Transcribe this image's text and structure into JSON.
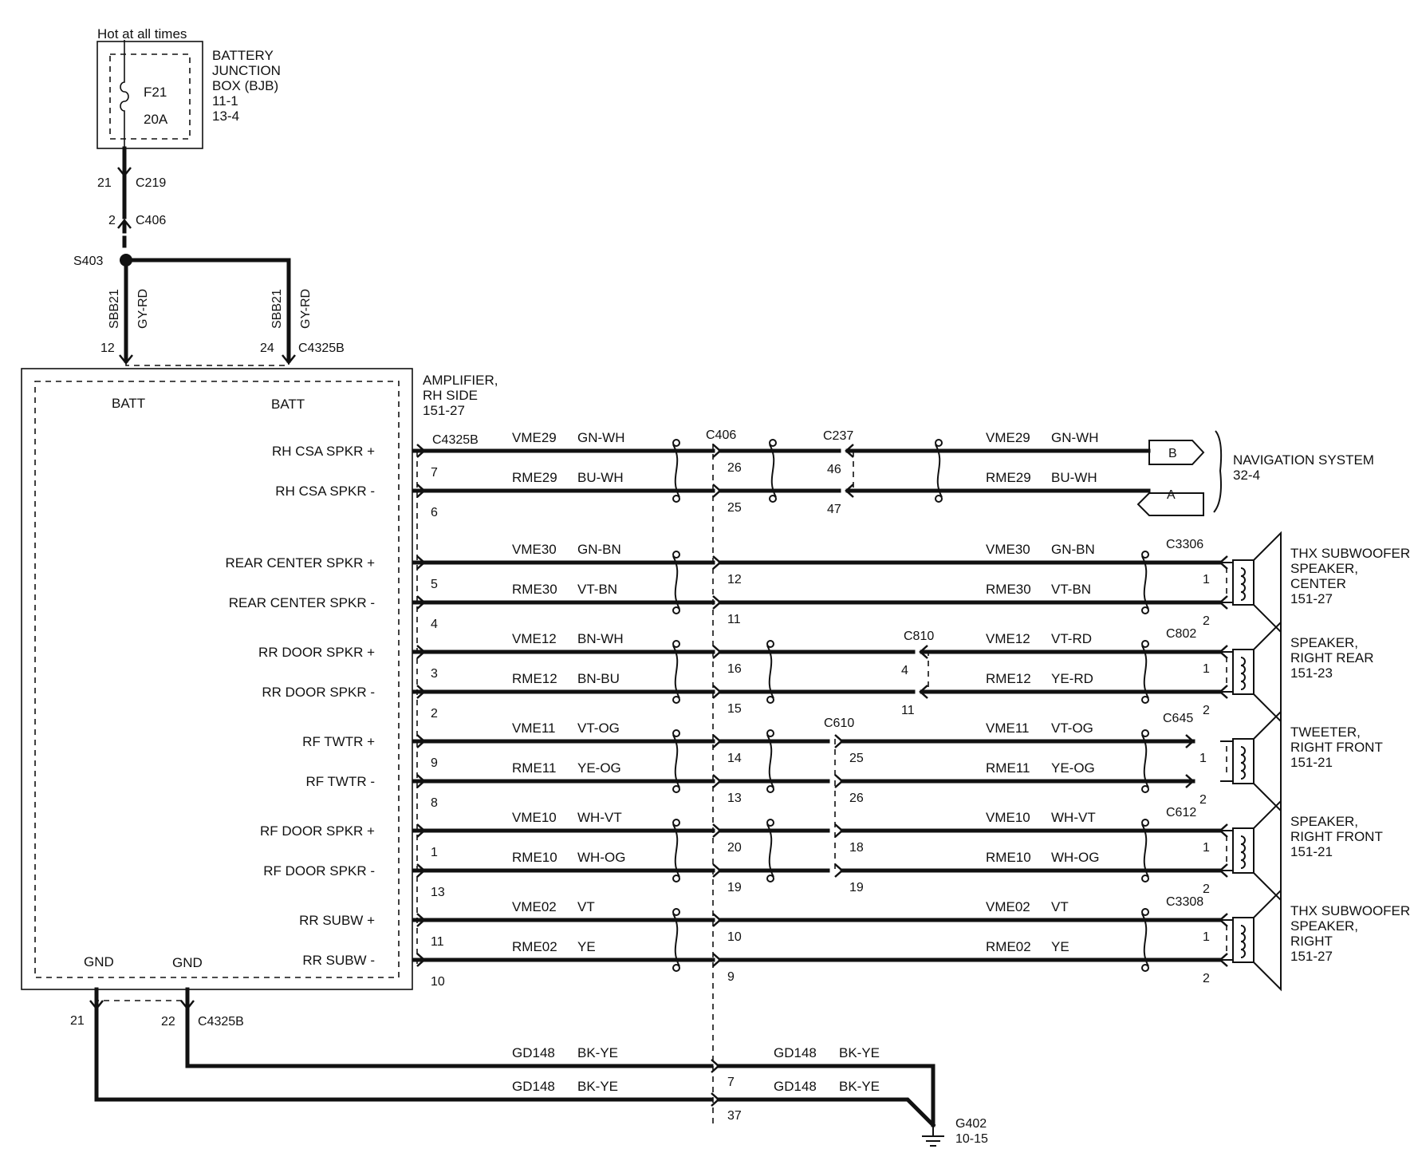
{
  "supply": {
    "hot_label": "Hot at all times",
    "fuse_name": "F21",
    "fuse_rating": "20A",
    "bjb_lines": [
      "BATTERY",
      "JUNCTION",
      "BOX (BJB)",
      "11-1",
      "13-4"
    ]
  },
  "supply_connectors": [
    {
      "pin": "21",
      "name": "C219"
    },
    {
      "pin": "2",
      "name": "C406"
    }
  ],
  "splice": "S403",
  "batt_feeds": [
    {
      "circuit": "SBB21",
      "color": "GY-RD",
      "pin": "12",
      "connector": "",
      "label": "BATT"
    },
    {
      "circuit": "SBB21",
      "color": "GY-RD",
      "pin": "24",
      "connector": "C4325B",
      "label": "BATT"
    }
  ],
  "amplifier": {
    "name_lines": [
      "AMPLIFIER,",
      "RH SIDE",
      "151-27"
    ],
    "connector": "C4325B",
    "gnd_labels": [
      "GND",
      "GND"
    ]
  },
  "inline_connectors": {
    "c406": "C406",
    "c237": "C237",
    "c810": "C810",
    "c610": "C610"
  },
  "channels": [
    {
      "label": "RH CSA SPKR +",
      "amp_pin": "7",
      "circuit": "VME29",
      "color": "GN-WH",
      "c406_pin": "26",
      "mid_pin": "46",
      "far_circuit": "VME29",
      "far_color": "GN-WH",
      "end_pin": "",
      "end": "B"
    },
    {
      "label": "RH CSA SPKR -",
      "amp_pin": "6",
      "circuit": "RME29",
      "color": "BU-WH",
      "c406_pin": "25",
      "mid_pin": "47",
      "far_circuit": "RME29",
      "far_color": "BU-WH",
      "end_pin": "",
      "end": "A"
    },
    {
      "label": "REAR CENTER SPKR +",
      "amp_pin": "5",
      "circuit": "VME30",
      "color": "GN-BN",
      "c406_pin": "12",
      "mid_pin": "",
      "far_circuit": "VME30",
      "far_color": "GN-BN",
      "end_pin": "1"
    },
    {
      "label": "REAR CENTER SPKR -",
      "amp_pin": "4",
      "circuit": "RME30",
      "color": "VT-BN",
      "c406_pin": "11",
      "mid_pin": "",
      "far_circuit": "RME30",
      "far_color": "VT-BN",
      "end_pin": "2"
    },
    {
      "label": "RR DOOR SPKR +",
      "amp_pin": "3",
      "circuit": "VME12",
      "color": "BN-WH",
      "c406_pin": "16",
      "mid_pin": "4",
      "far_circuit": "VME12",
      "far_color": "VT-RD",
      "end_pin": "1"
    },
    {
      "label": "RR DOOR SPKR -",
      "amp_pin": "2",
      "circuit": "RME12",
      "color": "BN-BU",
      "c406_pin": "15",
      "mid_pin": "11",
      "far_circuit": "RME12",
      "far_color": "YE-RD",
      "end_pin": "2"
    },
    {
      "label": "RF TWTR +",
      "amp_pin": "9",
      "circuit": "VME11",
      "color": "VT-OG",
      "c406_pin": "14",
      "mid_pin": "25",
      "far_circuit": "VME11",
      "far_color": "VT-OG",
      "end_pin": "1"
    },
    {
      "label": "RF TWTR -",
      "amp_pin": "8",
      "circuit": "RME11",
      "color": "YE-OG",
      "c406_pin": "13",
      "mid_pin": "26",
      "far_circuit": "RME11",
      "far_color": "YE-OG",
      "end_pin": "2"
    },
    {
      "label": "RF DOOR SPKR +",
      "amp_pin": "1",
      "circuit": "VME10",
      "color": "WH-VT",
      "c406_pin": "20",
      "mid_pin": "18",
      "far_circuit": "VME10",
      "far_color": "WH-VT",
      "end_pin": "1"
    },
    {
      "label": "RF DOOR SPKR -",
      "amp_pin": "13",
      "circuit": "RME10",
      "color": "WH-OG",
      "c406_pin": "19",
      "mid_pin": "19",
      "far_circuit": "RME10",
      "far_color": "WH-OG",
      "end_pin": "2"
    },
    {
      "label": "RR SUBW +",
      "amp_pin": "11",
      "circuit": "VME02",
      "color": "VT",
      "c406_pin": "10",
      "mid_pin": "",
      "far_circuit": "VME02",
      "far_color": "VT",
      "end_pin": "1"
    },
    {
      "label": "RR SUBW -",
      "amp_pin": "10",
      "circuit": "RME02",
      "color": "YE",
      "c406_pin": "9",
      "mid_pin": "",
      "far_circuit": "RME02",
      "far_color": "YE",
      "end_pin": "2"
    }
  ],
  "navigation": {
    "lines": [
      "NAVIGATION SYSTEM",
      "32-4"
    ]
  },
  "speakers": [
    {
      "connector": "C3306",
      "lines": [
        "THX SUBWOOFER",
        "SPEAKER,",
        "CENTER",
        "151-27"
      ]
    },
    {
      "connector": "C802",
      "lines": [
        "SPEAKER,",
        "RIGHT REAR",
        "151-23"
      ]
    },
    {
      "connector": "C645",
      "lines": [
        "TWEETER,",
        "RIGHT FRONT",
        "151-21"
      ]
    },
    {
      "connector": "C612",
      "lines": [
        "SPEAKER,",
        "RIGHT FRONT",
        "151-21"
      ]
    },
    {
      "connector": "C3308",
      "lines": [
        "THX SUBWOOFER",
        "SPEAKER,",
        "RIGHT",
        "151-27"
      ]
    }
  ],
  "grounds": {
    "amp_pins": [
      "21",
      "22"
    ],
    "amp_connector": "C4325B",
    "wires": [
      {
        "circuit": "GD148",
        "color": "BK-YE",
        "c406_pin": "7",
        "far_circuit": "GD148",
        "far_color": "BK-YE"
      },
      {
        "circuit": "GD148",
        "color": "BK-YE",
        "c406_pin": "37",
        "far_circuit": "GD148",
        "far_color": "BK-YE"
      }
    ],
    "ground_name": "G402",
    "ground_ref": "10-15"
  }
}
